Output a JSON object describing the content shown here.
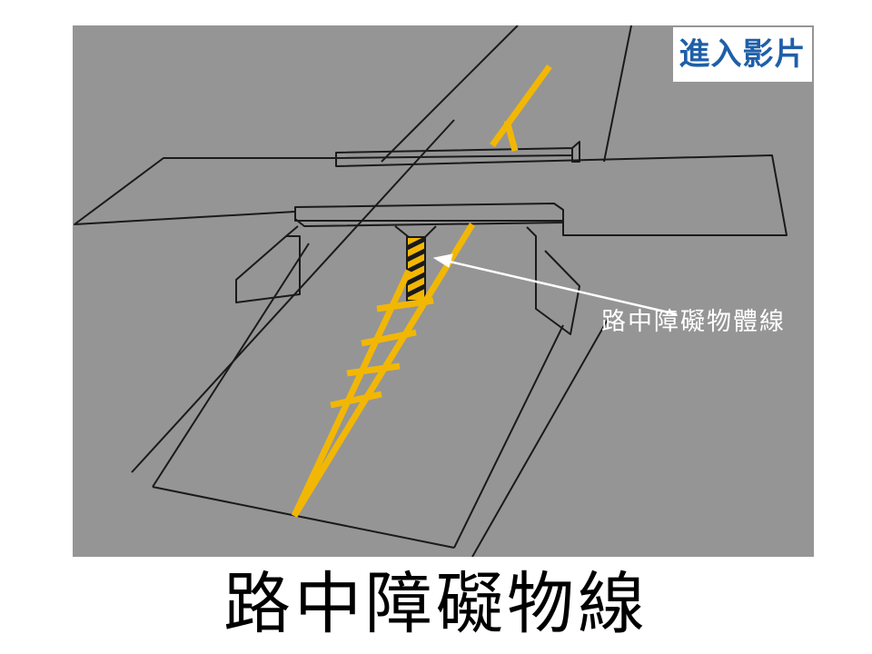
{
  "header": {
    "enter_video_label": "進入影片"
  },
  "diagram": {
    "callout_label": "路中障礙物體線",
    "colors": {
      "background": "#959595",
      "lines": "#1a1a1a",
      "marking": "#f2b705",
      "callout_arrow": "#ffffff",
      "button_text": "#1f5fa8"
    }
  },
  "footer": {
    "title": "路中障礙物線"
  }
}
